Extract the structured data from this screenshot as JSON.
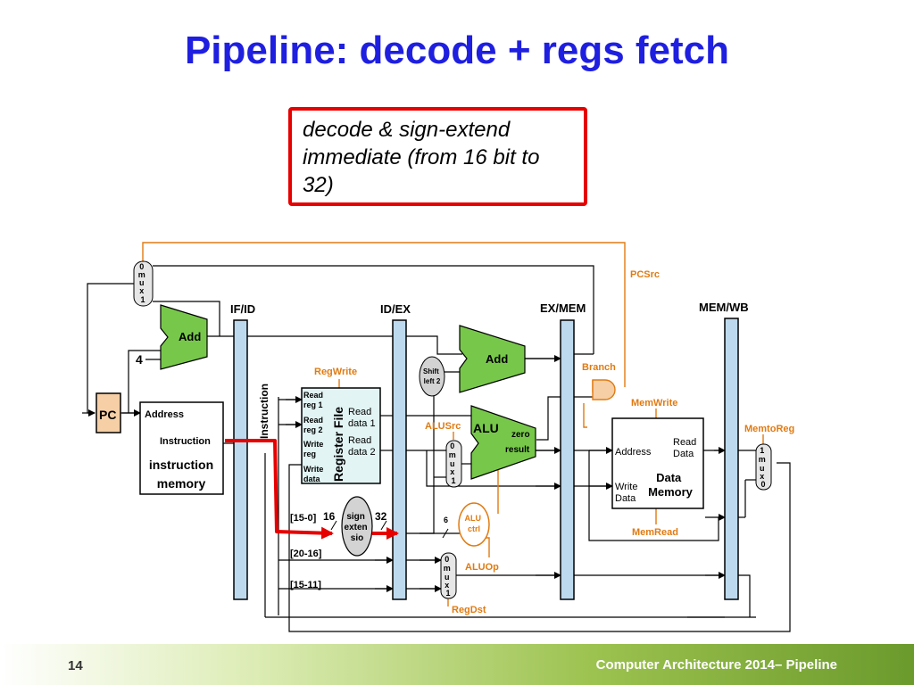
{
  "slide": {
    "title": "Pipeline: decode + regs fetch",
    "callout": "decode & sign-extend immediate (from 16 bit to 32)"
  },
  "pipeline_registers": {
    "if_id": "IF/ID",
    "id_ex": "ID/EX",
    "ex_mem": "EX/MEM",
    "mem_wb": "MEM/WB"
  },
  "fetch": {
    "pc": "PC",
    "add": "Add",
    "four": "4",
    "mux": [
      "0",
      "m",
      "u",
      "x",
      "1"
    ]
  },
  "instruction_memory": {
    "address": "Address",
    "instruction_port": "Instruction",
    "name_line1": "instruction",
    "name_line2": "memory"
  },
  "instruction_bus": "Instruction",
  "register_file": {
    "name": "Register File",
    "read_reg1": [
      "Read",
      "reg 1"
    ],
    "read_reg2": [
      "Read",
      "reg 2"
    ],
    "write_reg": [
      "Write",
      "reg"
    ],
    "write_data": [
      "Write",
      "data"
    ],
    "read_data1": [
      "Read",
      "data 1"
    ],
    "read_data2": [
      "Read",
      "data 2"
    ]
  },
  "sign_extend": {
    "lines": [
      "sign",
      "exten",
      "sio"
    ],
    "field": "[15-0]",
    "in_width": "16",
    "out_width": "32"
  },
  "fields": {
    "rt": "[20-16]",
    "rd": "[15-11]"
  },
  "execute": {
    "shift": [
      "Shift",
      "left 2"
    ],
    "add": "Add",
    "alu": "ALU",
    "zero": "zero",
    "result": "result",
    "alusrc_mux": [
      "0",
      "m",
      "u",
      "x",
      "1"
    ],
    "alu_ctrl": [
      "ALU",
      "ctrl"
    ],
    "funct_width": "6",
    "regdst_mux": [
      "0",
      "m",
      "u",
      "x",
      "1"
    ]
  },
  "data_memory": {
    "address": "Address",
    "read_data": [
      "Read",
      "Data"
    ],
    "write_data": [
      "Write",
      "Data"
    ],
    "name": [
      "Data",
      "Memory"
    ]
  },
  "wb_mux": [
    "1",
    "m",
    "u",
    "x",
    "0"
  ],
  "control_signals": {
    "pcsrc": "PCSrc",
    "regwrite": "RegWrite",
    "branch": "Branch",
    "memwrite": "MemWrite",
    "alusrc": "ALUSrc",
    "memtoreg": "MemtoReg",
    "memread": "MemRead",
    "aluop": "ALUOp",
    "regdst": "RegDst"
  },
  "colors": {
    "title": "#1f1fe0",
    "callout_border": "#e60000",
    "control": "#e07b12",
    "pipe_reg": "#bcd9ee",
    "pc_fill": "#f6cfa6",
    "highlight_path": "#e60000"
  },
  "footer": {
    "page_number": "14",
    "text": "Computer Architecture 2014– Pipeline"
  }
}
